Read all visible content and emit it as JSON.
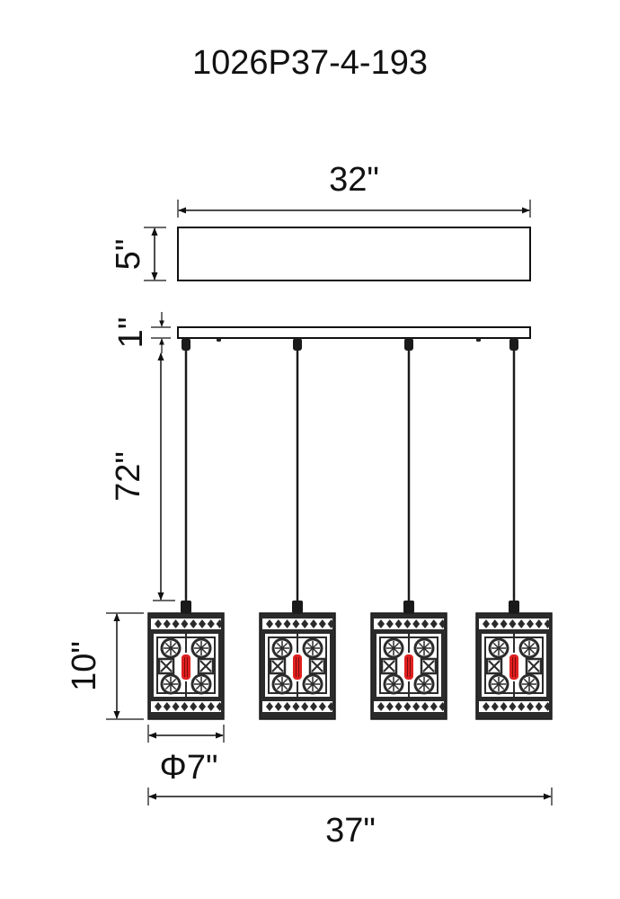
{
  "title": "1026P37-4-193",
  "dimensions": {
    "canopy_width": "32\"",
    "canopy_height": "5\"",
    "plate_thickness": "1\"",
    "cord_length": "72\"",
    "shade_height": "10\"",
    "shade_diameter": "Φ7\"",
    "overall_width": "37\""
  },
  "colors": {
    "line": "#1a1a1a",
    "bulb": "#e02020"
  },
  "pendant_count": 4
}
